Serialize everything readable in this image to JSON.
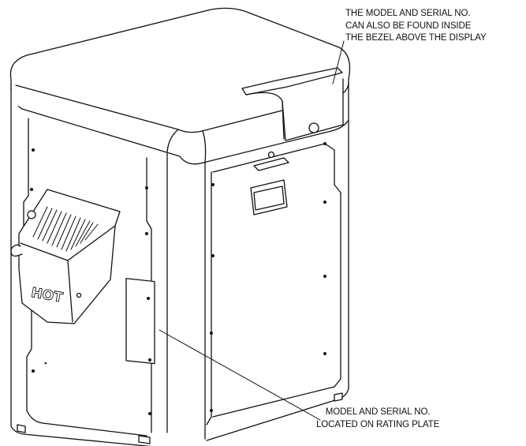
{
  "diagram": {
    "callouts": {
      "bezel": {
        "lines": [
          "THE MODEL AND SERIAL NO.",
          "CAN ALSO BE FOUND INSIDE",
          "THE BEZEL ABOVE THE DISPLAY"
        ]
      },
      "rating_plate": {
        "lines": [
          "MODEL AND SERIAL NO.",
          "LOCATED ON RATING PLATE"
        ]
      }
    },
    "hood_label": "HOT"
  }
}
